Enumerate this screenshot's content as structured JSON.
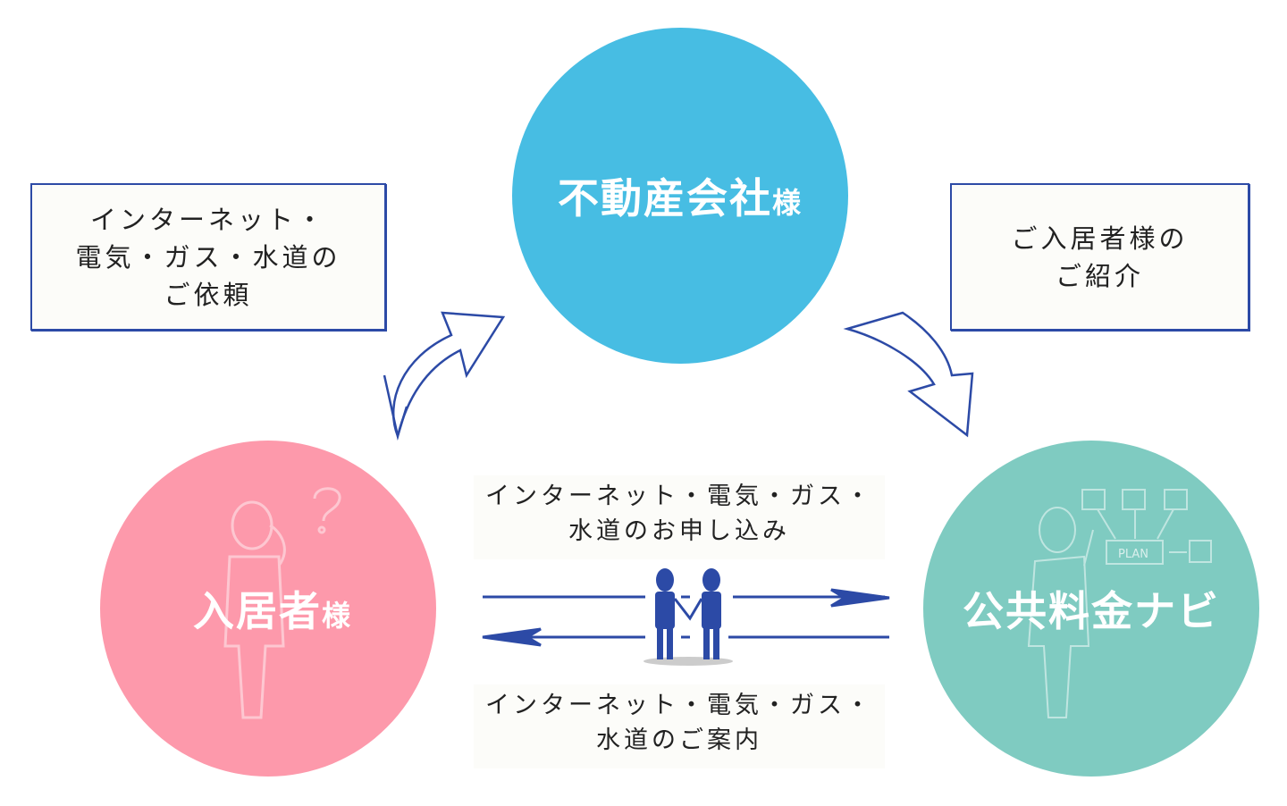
{
  "nodes": {
    "real_estate": {
      "title": "不動産会社",
      "suffix": "様",
      "color": "#47bde3"
    },
    "resident": {
      "title": "入居者",
      "suffix": "様",
      "color": "#fd99ab"
    },
    "navi": {
      "title": "公共料金ナビ",
      "color": "#7fcbc1",
      "illustration_label": "PLAN"
    }
  },
  "boxes": {
    "left": {
      "lines": [
        "インターネット・",
        "電気・ガス・水道の",
        "ご依頼"
      ]
    },
    "right": {
      "lines": [
        "ご入居者様の",
        "ご紹介"
      ]
    }
  },
  "center": {
    "apply": {
      "lines": [
        "インターネット・電気・ガス・",
        "水道のお申し込み"
      ]
    },
    "guide": {
      "lines": [
        "インターネット・電気・ガス・",
        "水道のご案内"
      ]
    }
  },
  "colors": {
    "line": "#2c4aa6"
  }
}
